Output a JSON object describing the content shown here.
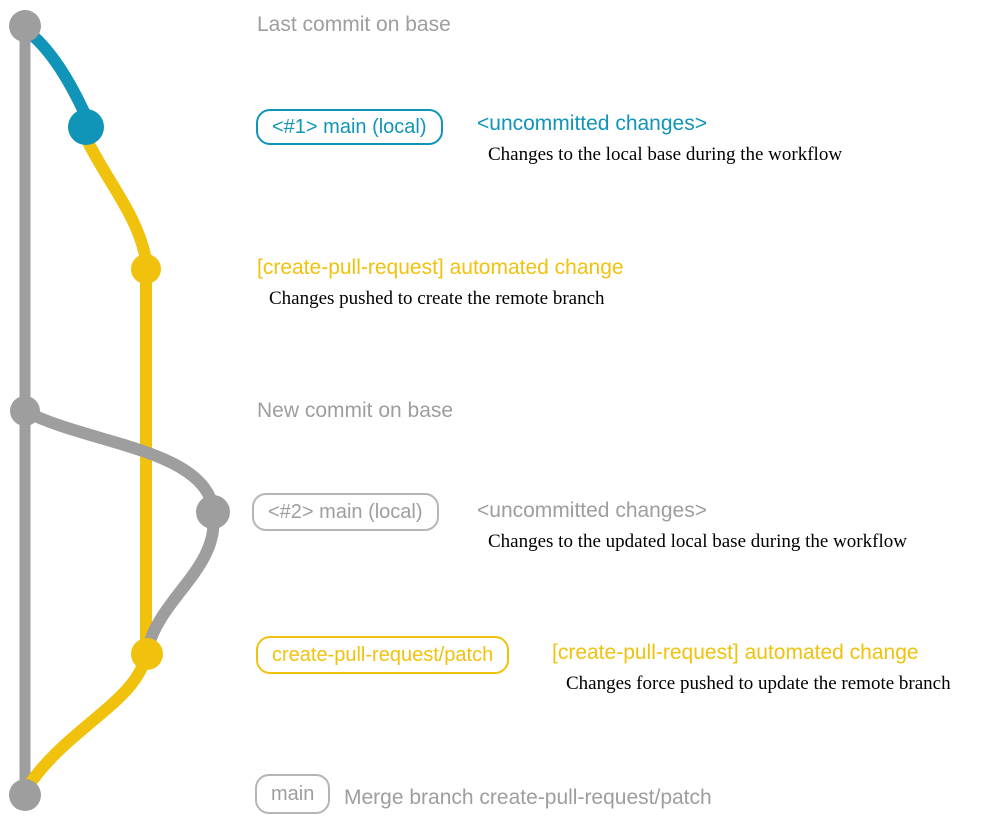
{
  "colors": {
    "gray": "#9e9e9e",
    "border_gray": "#b5b5b5",
    "blue": "#1095b8",
    "yellow": "#f0c20e",
    "ink": "#000000"
  },
  "rows": {
    "last_commit": {
      "title": "Last commit on base"
    },
    "uncommitted_1": {
      "branch_badge": "<#1> main (local)",
      "status": "<uncommitted changes>",
      "note": "Changes to the local base during the workflow"
    },
    "automated_change_1": {
      "title": "[create-pull-request] automated change",
      "note": "Changes pushed to create the remote branch"
    },
    "new_commit": {
      "title": "New commit on base"
    },
    "uncommitted_2": {
      "branch_badge": "<#2> main (local)",
      "status": "<uncommitted changes>",
      "note": "Changes to the updated local base during the workflow"
    },
    "automated_change_2": {
      "branch_badge": "create-pull-request/patch",
      "title": "[create-pull-request] automated change",
      "note": "Changes force pushed to update the remote branch"
    },
    "merge": {
      "branch_badge": "main",
      "title": "Merge branch create-pull-request/patch"
    }
  }
}
